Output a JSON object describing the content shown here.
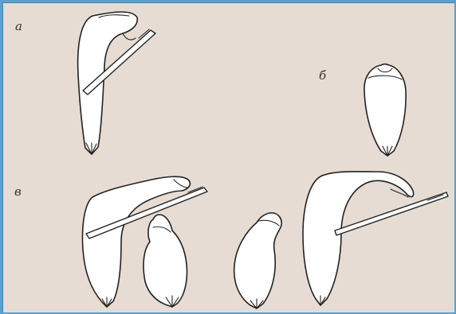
{
  "labels": {
    "a": "а",
    "b": "б",
    "v": "в"
  },
  "colors": {
    "frame": "#5aa0cf",
    "panel": "#e6dcd3",
    "ink": "#222222"
  }
}
